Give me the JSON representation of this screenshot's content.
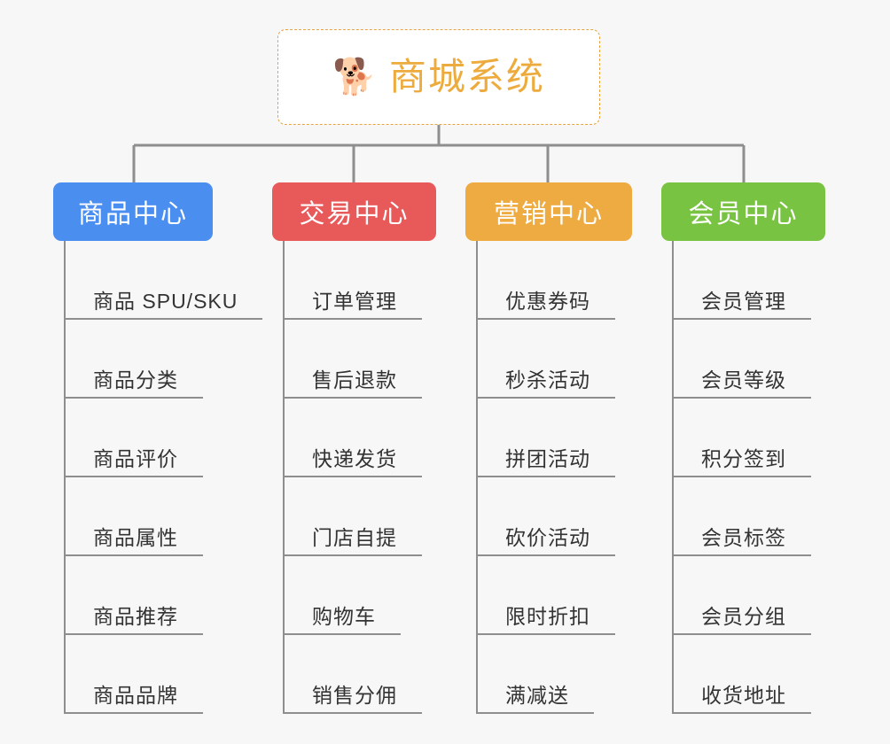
{
  "root": {
    "emoji": "🐕",
    "emoji_name": "shiba-dog-face-icon",
    "title": "商城系统",
    "text_color": "#edab3e",
    "border_color": "#e8a33d",
    "background": "#ffffff"
  },
  "canvas": {
    "background": "#f7f7f7",
    "connector_color": "#8e8e8e"
  },
  "branches": [
    {
      "label": "商品中心",
      "color": "#4a8ef0",
      "children": [
        {
          "label": "商品 SPU/SKU"
        },
        {
          "label": "商品分类"
        },
        {
          "label": "商品评价"
        },
        {
          "label": "商品属性"
        },
        {
          "label": "商品推荐"
        },
        {
          "label": "商品品牌"
        }
      ]
    },
    {
      "label": "交易中心",
      "color": "#e8595a",
      "children": [
        {
          "label": "订单管理"
        },
        {
          "label": "售后退款"
        },
        {
          "label": "快递发货"
        },
        {
          "label": "门店自提"
        },
        {
          "label": "购物车"
        },
        {
          "label": "销售分佣"
        }
      ]
    },
    {
      "label": "营销中心",
      "color": "#eeab42",
      "children": [
        {
          "label": "优惠券码"
        },
        {
          "label": "秒杀活动"
        },
        {
          "label": "拼团活动"
        },
        {
          "label": "砍价活动"
        },
        {
          "label": "限时折扣"
        },
        {
          "label": "满减送"
        }
      ]
    },
    {
      "label": "会员中心",
      "color": "#79c342",
      "children": [
        {
          "label": "会员管理"
        },
        {
          "label": "会员等级"
        },
        {
          "label": "积分签到"
        },
        {
          "label": "会员标签"
        },
        {
          "label": "会员分组"
        },
        {
          "label": "收货地址"
        }
      ]
    }
  ]
}
